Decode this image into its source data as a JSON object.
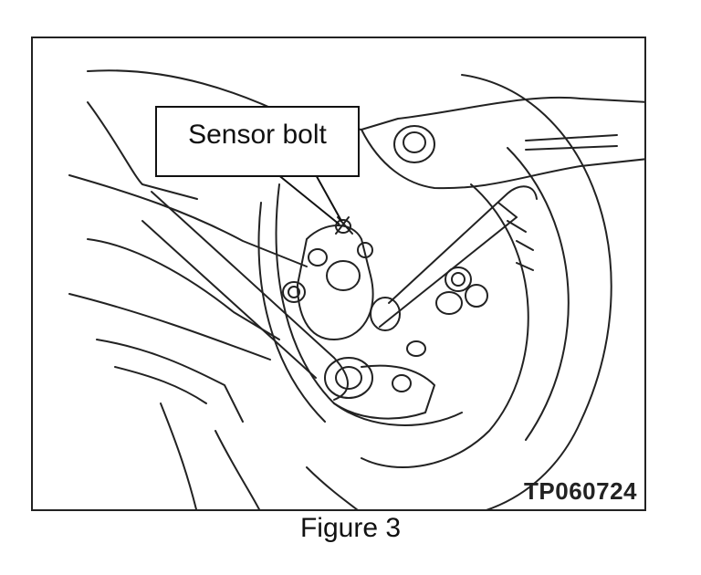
{
  "diagram": {
    "callout_label": "Sensor bolt",
    "figure_code": "TP060724"
  },
  "caption": "Figure 3"
}
